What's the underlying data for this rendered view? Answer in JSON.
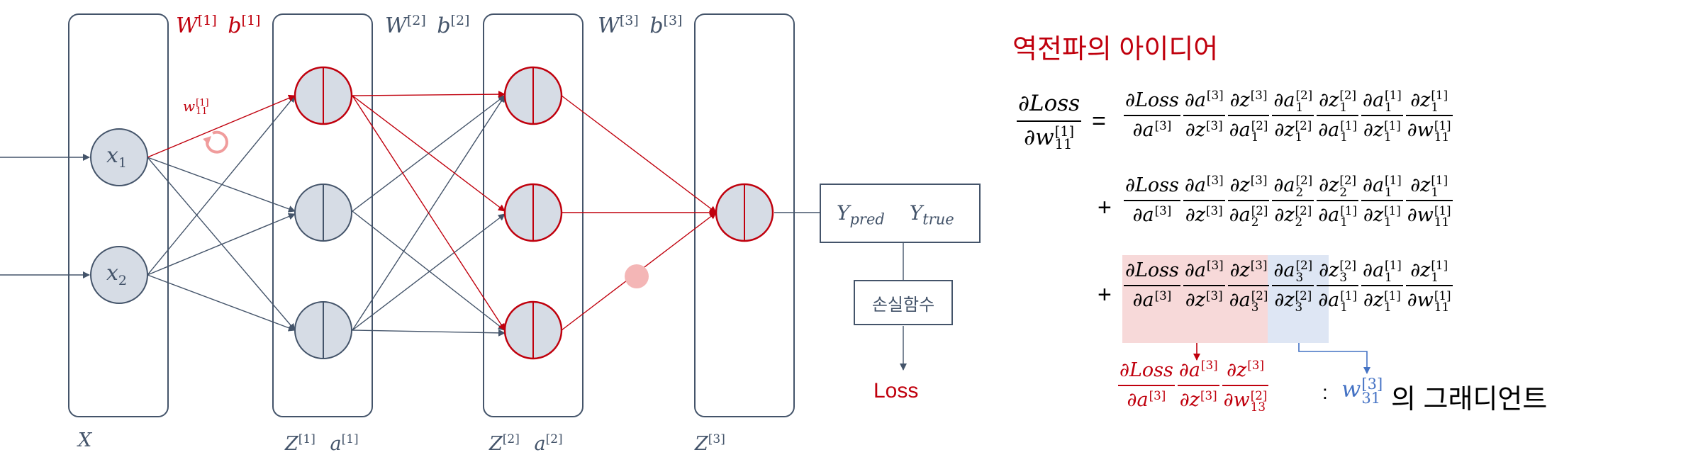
{
  "network": {
    "layer_labels": {
      "w1": "W",
      "w1_sup": "[1]",
      "b1": "b",
      "b1_sup": "[1]",
      "w2": "W",
      "w2_sup": "[2]",
      "b2": "b",
      "b2_sup": "[2]",
      "w3": "W",
      "w3_sup": "[3]",
      "b3": "b",
      "b3_sup": "[3]"
    },
    "input_nodes": [
      {
        "var": "x",
        "sub": "1"
      },
      {
        "var": "x",
        "sub": "2"
      }
    ],
    "weight_label": {
      "var": "w",
      "sup": "[1]",
      "sub": "11"
    },
    "bottom_labels": {
      "x": "X",
      "z1": "Z",
      "z1_sup": "[1]",
      "a1": "a",
      "a1_sup": "[1]",
      "z2": "Z",
      "z2_sup": "[2]",
      "a2": "a",
      "a2_sup": "[2]",
      "z3": "Z",
      "z3_sup": "[3]"
    },
    "output_box": {
      "ypred": "Y",
      "ypred_sub": "pred",
      "ytrue": "Y",
      "ytrue_sub": "true"
    },
    "loss_function_label": "손실함수",
    "loss_label": "Loss"
  },
  "colors": {
    "red": "#c0000d",
    "blue": "#4472c4",
    "slate": "#44546a",
    "node_fill": "#d6dce5",
    "highlight_red": "#f4cccc",
    "highlight_blue": "#dae3f3",
    "dot": "#f4b6b6"
  },
  "equation": {
    "title": "역전파의 아이디어",
    "lhs": {
      "num": "∂Loss",
      "den": "∂w",
      "den_sup": "[1]",
      "den_sub": "11"
    },
    "equals": "=",
    "plus": "+",
    "rows": [
      [
        {
          "n": "∂Loss",
          "d": "∂a",
          "ds": "[3]"
        },
        {
          "n": "∂a",
          "ns": "[3]",
          "d": "∂z",
          "ds": "[3]"
        },
        {
          "n": "∂z",
          "ns": "[3]",
          "d": "∂a",
          "ds": "[2]",
          "db": "1"
        },
        {
          "n": "∂a",
          "ns": "[2]",
          "nb": "1",
          "d": "∂z",
          "ds": "[2]",
          "db": "1"
        },
        {
          "n": "∂z",
          "ns": "[2]",
          "nb": "1",
          "d": "∂a",
          "ds": "[1]",
          "db": "1"
        },
        {
          "n": "∂a",
          "ns": "[1]",
          "nb": "1",
          "d": "∂z",
          "ds": "[1]",
          "db": "1"
        },
        {
          "n": "∂z",
          "ns": "[1]",
          "nb": "1",
          "d": "∂w",
          "ds": "[1]",
          "db": "11"
        }
      ],
      [
        {
          "n": "∂Loss",
          "d": "∂a",
          "ds": "[3]"
        },
        {
          "n": "∂a",
          "ns": "[3]",
          "d": "∂z",
          "ds": "[3]"
        },
        {
          "n": "∂z",
          "ns": "[3]",
          "d": "∂a",
          "ds": "[2]",
          "db": "2"
        },
        {
          "n": "∂a",
          "ns": "[2]",
          "nb": "2",
          "d": "∂z",
          "ds": "[2]",
          "db": "2"
        },
        {
          "n": "∂z",
          "ns": "[2]",
          "nb": "2",
          "d": "∂a",
          "ds": "[1]",
          "db": "1"
        },
        {
          "n": "∂a",
          "ns": "[1]",
          "nb": "1",
          "d": "∂z",
          "ds": "[1]",
          "db": "1"
        },
        {
          "n": "∂z",
          "ns": "[1]",
          "nb": "1",
          "d": "∂w",
          "ds": "[1]",
          "db": "11"
        }
      ],
      [
        {
          "n": "∂Loss",
          "d": "∂a",
          "ds": "[3]"
        },
        {
          "n": "∂a",
          "ns": "[3]",
          "d": "∂z",
          "ds": "[3]"
        },
        {
          "n": "∂z",
          "ns": "[3]",
          "d": "∂a",
          "ds": "[2]",
          "db": "3"
        },
        {
          "n": "∂a",
          "ns": "[2]",
          "nb": "3",
          "d": "∂z",
          "ds": "[2]",
          "db": "3"
        },
        {
          "n": "∂z",
          "ns": "[2]",
          "nb": "3",
          "d": "∂a",
          "ds": "[1]",
          "db": "1"
        },
        {
          "n": "∂a",
          "ns": "[1]",
          "nb": "1",
          "d": "∂z",
          "ds": "[1]",
          "db": "1"
        },
        {
          "n": "∂z",
          "ns": "[1]",
          "nb": "1",
          "d": "∂w",
          "ds": "[1]",
          "db": "11"
        }
      ]
    ],
    "result": {
      "fracs": [
        {
          "n": "∂Loss",
          "d": "∂a",
          "ds": "[3]"
        },
        {
          "n": "∂a",
          "ns": "[3]",
          "d": "∂z",
          "ds": "[3]"
        },
        {
          "n": "∂z",
          "ns": "[3]",
          "d": "∂w",
          "ds": "[2]",
          "db": "13"
        }
      ],
      "colon": ":",
      "w": "w",
      "w_sup": "[3]",
      "w_sub": "31",
      "suffix": "의 그래디언트"
    }
  }
}
